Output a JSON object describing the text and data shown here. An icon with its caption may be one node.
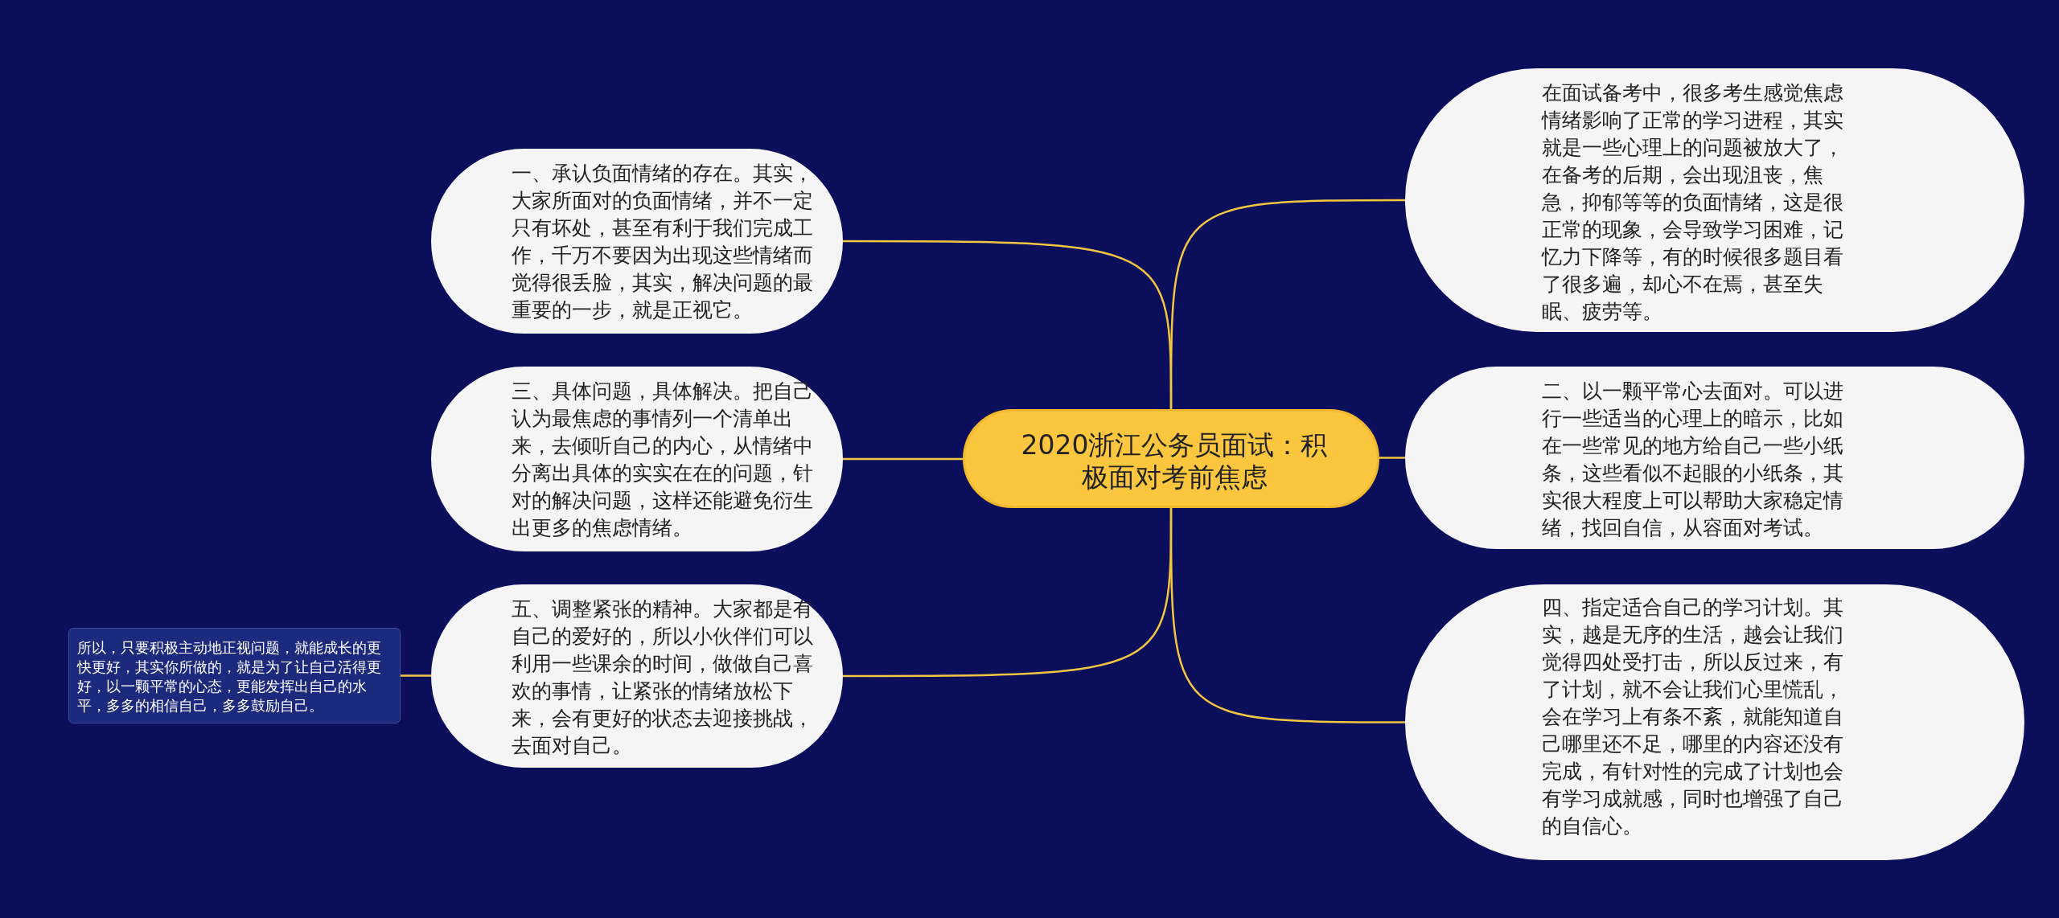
{
  "diagram": {
    "nodes": [
      {
        "text": [
          "2020浙江公务员面试：积极面对考前焦虑"
        ]
      },
      {
        "text": [
          "在面试备考中，很多考生感觉焦虑情绪影响了正常的学习进程，其实就是一些心理上的问题被放大了，在备考的后期，会出现沮丧，焦急，抑郁等等的负面情绪，这是很正常的现象，会导致学习困难，记忆力下降等，有的时候很多题目看了很多遍，却心不在焉，甚至失眠、疲劳等。"
        ]
      },
      {
        "text": [
          "一、承认负面情绪的存在。其实，大家所面对的负面情绪，并不一定只有坏处，甚至有利于我们完成工作，千万不要因为出现这些情绪而觉得很丢脸，其实，解决问题的最重要的一步，就是正视它。"
        ]
      },
      {
        "text": [
          "二、以一颗平常心去面对。可以进行一些适当的心理上的暗示，比如在一些常见的地方给自己一些小纸条，这些看似不起眼的小纸条，其实很大程度上可以帮助大家稳定情绪，找回自信，从容面对考试。"
        ]
      },
      {
        "text": [
          "三、具体问题，具体解决。把自己认为最焦虑的事情列一个清单出来，去倾听自己的内心，从情绪中分离出具体的实实在在的问题，针对的解决问题，这样还能避免衍生出更多的焦虑情绪。"
        ]
      },
      {
        "text": [
          "四、指定适合自己的学习计划。其实，越是无序的生活，越会让我们觉得四处受打击，所以反过来，有了计划，就不会让我们心里慌乱，会在学习上有条不紊，就能知道自己哪里还不足，哪里的内容还没有完成，有针对性的完成了计划也会有学习成就感，同时也增强了自己的自信心。"
        ]
      },
      {
        "text": [
          "五、调整紧张的精神。大家都是有自己的爱好的，所以小伙伴们可以利用一些课余的时间，做做自己喜欢的事情，让紧张的情绪放松下来，会有更好的状态去迎接挑战，去面对自己。"
        ]
      },
      {
        "text": [
          "所以，只要积极主动地正视问题，就能成长的更快更好，其实你所做的，就是为了让自己活得更好，以一颗平常的心态，更能发挥出自己的水平，多多的相信自己，多多鼓励自己。"
        ]
      }
    ],
    "edges": [
      {
        "from": 0,
        "to": 1,
        "arrow": "none"
      },
      {
        "from": 0,
        "to": 2,
        "arrow": "none"
      },
      {
        "from": 0,
        "to": 3,
        "arrow": "none"
      },
      {
        "from": 0,
        "to": 4,
        "arrow": "none"
      },
      {
        "from": 0,
        "to": 5,
        "arrow": "none"
      },
      {
        "from": 0,
        "to": 6,
        "arrow": "none"
      },
      {
        "from": 6,
        "to": 7,
        "arrow": "none"
      }
    ]
  }
}
